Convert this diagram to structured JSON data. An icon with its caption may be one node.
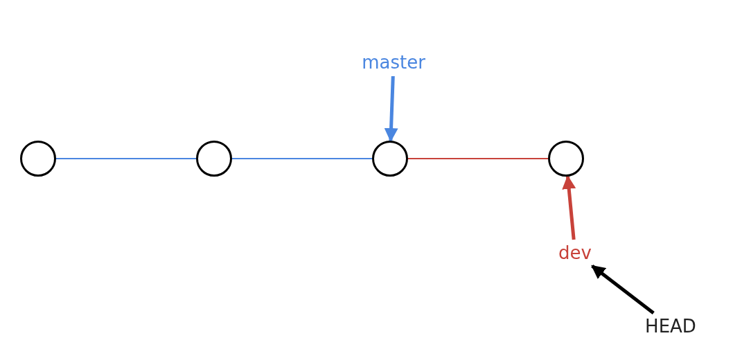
{
  "diagram": {
    "nodes": [
      {
        "text": [],
        "shape": "circle"
      },
      {
        "text": [],
        "shape": "circle"
      },
      {
        "text": [],
        "shape": "circle"
      },
      {
        "text": [],
        "shape": "circle"
      },
      {
        "text": [
          "master"
        ]
      },
      {
        "text": [
          "dev"
        ]
      },
      {
        "text": [
          "HEAD"
        ]
      }
    ],
    "edges": [
      {
        "from": 0,
        "to": 1,
        "arrow": "none",
        "color": "#4a86e0"
      },
      {
        "from": 1,
        "to": 2,
        "arrow": "none",
        "color": "#4a86e0"
      },
      {
        "from": 2,
        "to": 3,
        "arrow": "none",
        "color": "#c8423a"
      },
      {
        "from": 4,
        "to": 2,
        "arrow": "to",
        "style": "thick",
        "color": "#4a86e0"
      },
      {
        "from": 5,
        "to": 3,
        "arrow": "to",
        "style": "thick",
        "color": "#c8423a"
      },
      {
        "from": 6,
        "to": 5,
        "arrow": "to",
        "style": "thick",
        "color": "#000000"
      }
    ]
  }
}
